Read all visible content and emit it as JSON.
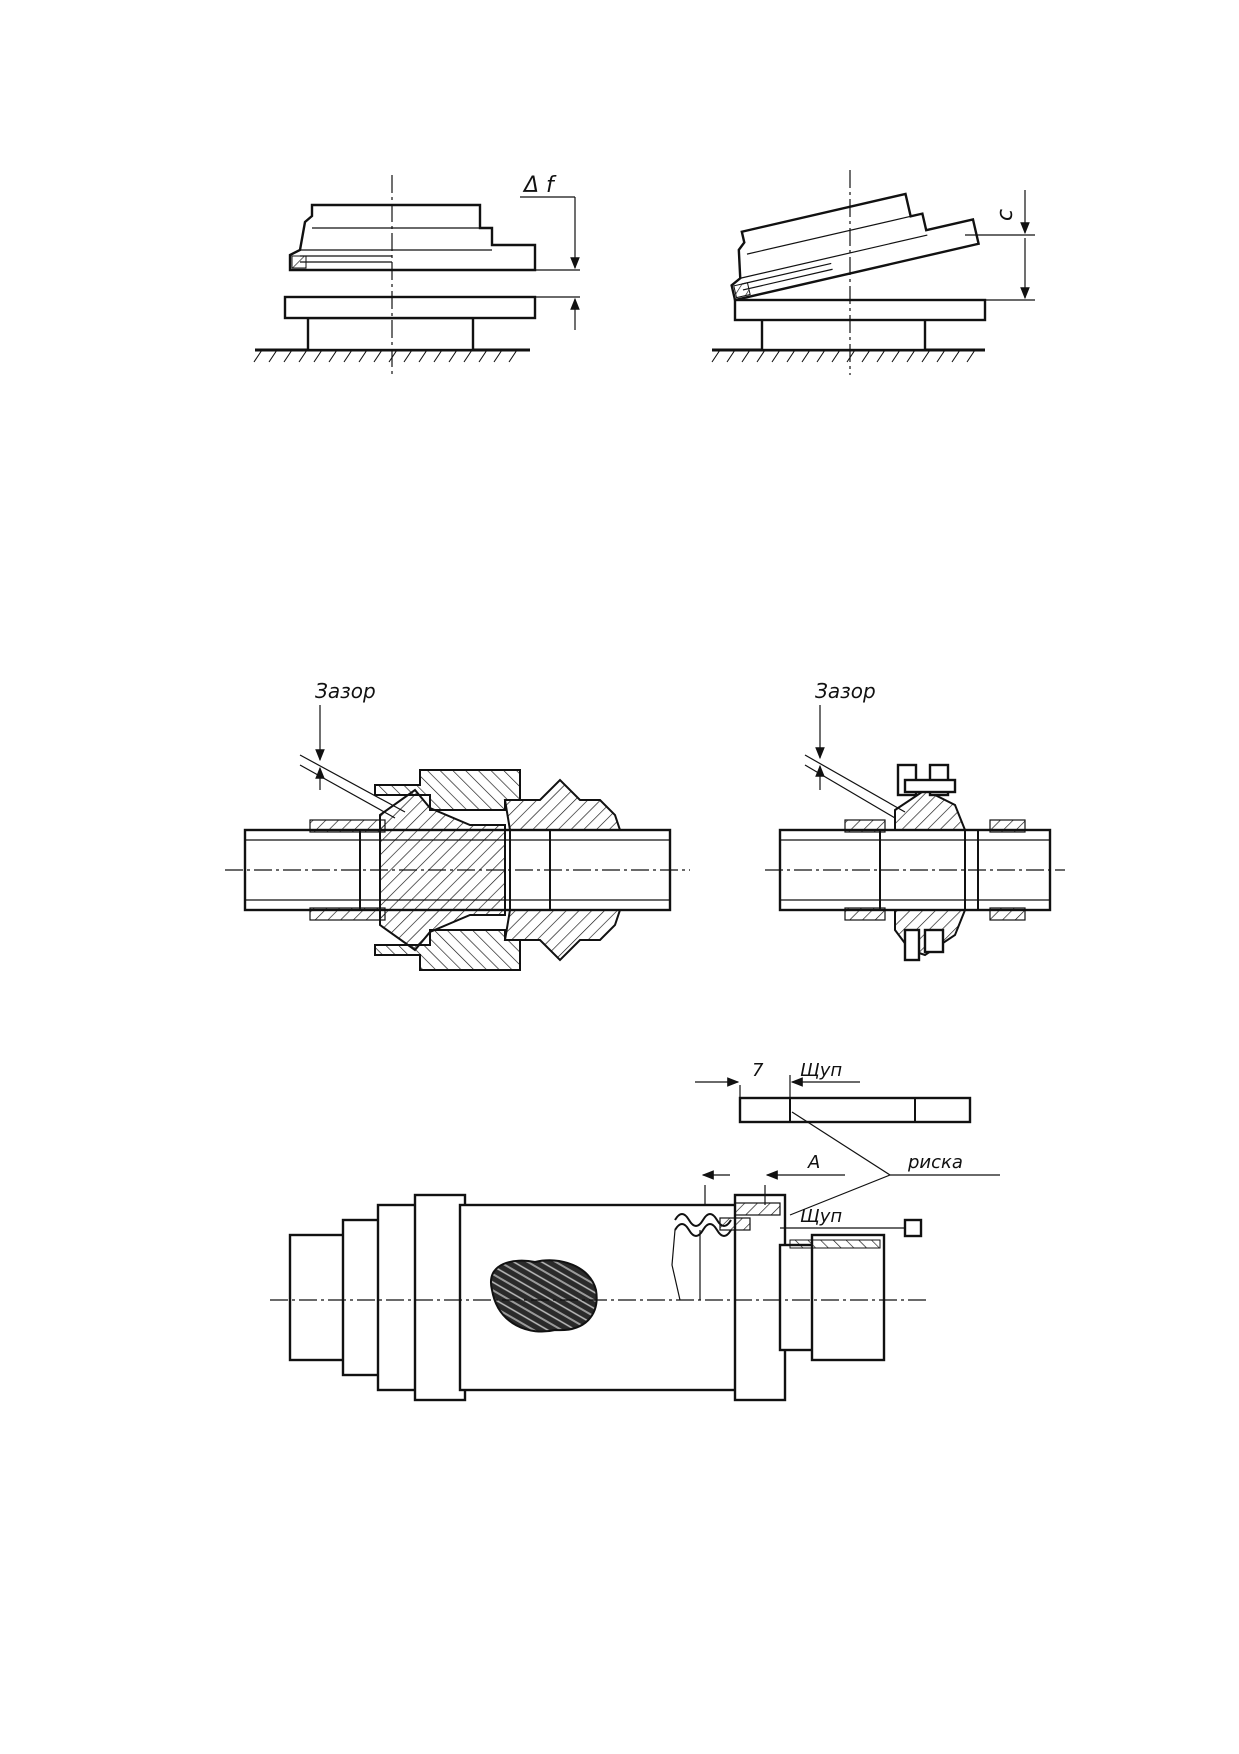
{
  "diagrams": {
    "flange_flatness": {
      "delta_label": "Δ f"
    },
    "flange_tilt": {
      "c_label": "c"
    },
    "coupling_gap_left": {
      "gap_label": "Зазор"
    },
    "coupling_gap_right": {
      "gap_label": "Зазор"
    },
    "hose_probe": {
      "dim_7": "7",
      "probe_top_label": "Щуп",
      "dim_A": "A",
      "mark_label": "риска",
      "probe_label": "Щуп"
    }
  }
}
